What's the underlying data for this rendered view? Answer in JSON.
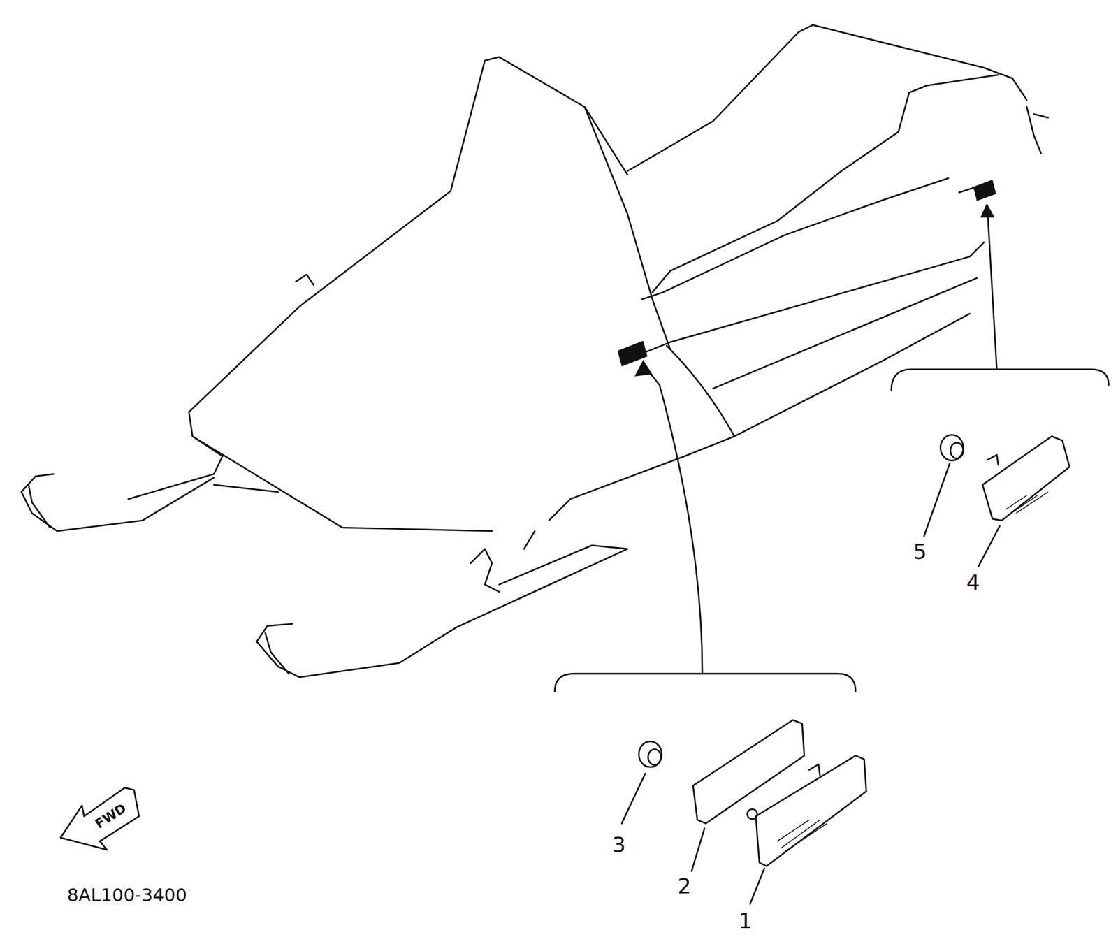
{
  "diagram": {
    "labels": [
      "1",
      "2",
      "3",
      "4",
      "5",
      "FWD",
      "8AL100-3400"
    ]
  }
}
